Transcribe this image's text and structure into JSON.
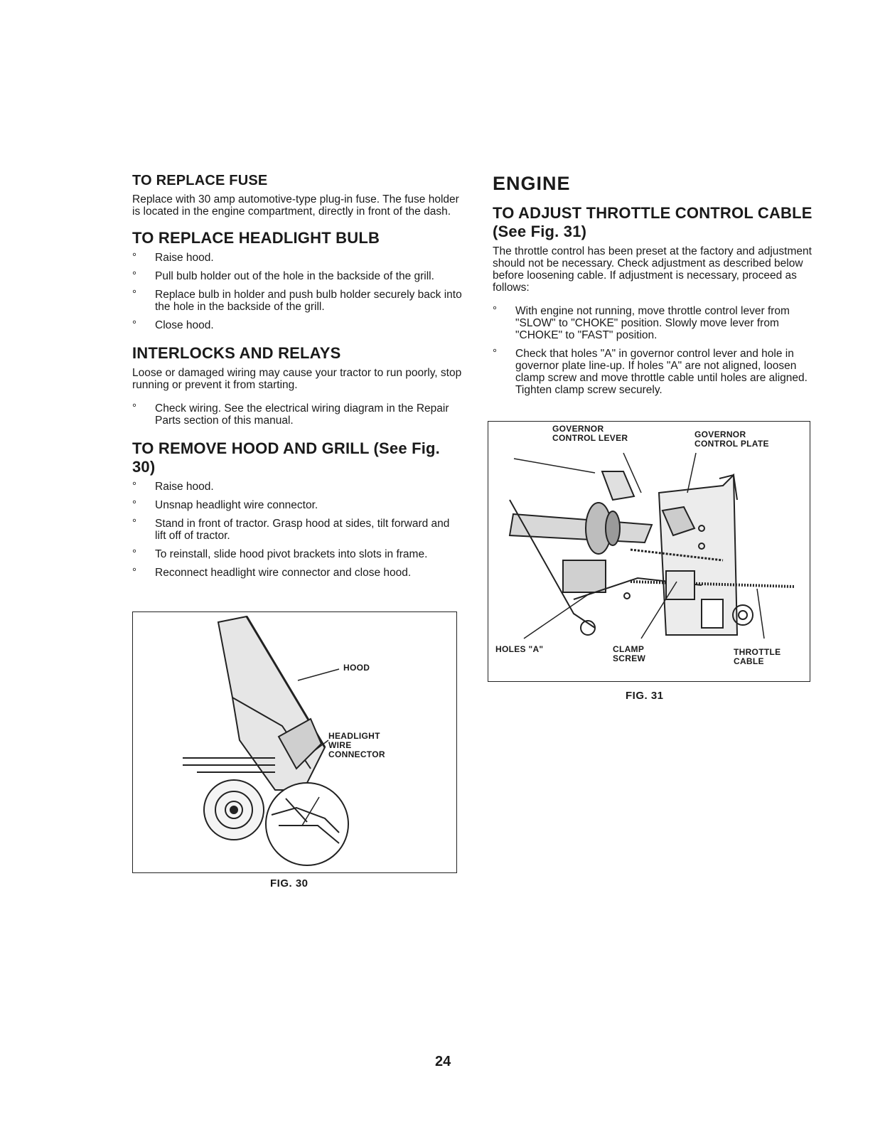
{
  "left": {
    "fuse": {
      "title": "TO REPLACE FUSE",
      "body": "Replace with 30 amp automotive-type plug-in fuse. The fuse holder is located in the engine compartment, directly in front of the dash."
    },
    "headlight": {
      "title": "TO REPLACE HEADLIGHT BULB",
      "steps": [
        "Raise hood.",
        "Pull bulb holder out of the hole in the backside of the grill.",
        "Replace bulb in holder and push bulb holder securely back into the hole in the backside of the grill.",
        "Close hood."
      ]
    },
    "interlocks": {
      "title": "INTERLOCKS AND RELAYS",
      "body": "Loose or damaged wiring may cause your tractor to run poorly, stop running or prevent it from starting.",
      "steps": [
        "Check wiring. See the electrical wiring diagram in the Repair Parts section of this manual."
      ]
    },
    "hood": {
      "title": "TO REMOVE HOOD AND GRILL (See Fig. 30)",
      "steps": [
        "Raise hood.",
        "Unsnap headlight wire connector.",
        "Stand in front of tractor. Grasp hood at sides, tilt forward and lift off of tractor.",
        "To reinstall, slide hood pivot brackets into slots in frame.",
        "Reconnect headlight wire connector and close hood."
      ]
    }
  },
  "right": {
    "section": "ENGINE",
    "throttle": {
      "title": "TO ADJUST THROTTLE CONTROL CABLE (See Fig. 31)",
      "body": "The throttle control has been preset at the factory and adjustment should not be necessary. Check adjustment as described below before loosening cable. If adjustment is necessary, proceed as follows:",
      "steps": [
        "With engine not running, move throttle control lever from \"SLOW\" to \"CHOKE\" position. Slowly move lever from \"CHOKE\" to \"FAST\" position.",
        "Check that holes \"A\" in governor control lever and hole in governor plate line-up. If holes \"A\" are not aligned, loosen clamp screw and move throttle cable until holes are aligned. Tighten clamp screw securely."
      ]
    }
  },
  "fig30": {
    "caption": "FIG. 30",
    "labels": {
      "hood": "HOOD",
      "connector": "HEADLIGHT\nWIRE\nCONNECTOR"
    }
  },
  "fig31": {
    "caption": "FIG. 31",
    "labels": {
      "gov_lever": "GOVERNOR\nCONTROL LEVER",
      "gov_plate": "GOVERNOR\nCONTROL PLATE",
      "holes": "HOLES \"A\"",
      "clamp": "CLAMP\nSCREW",
      "throttle": "THROTTLE\nCABLE"
    }
  },
  "page_number": "24"
}
